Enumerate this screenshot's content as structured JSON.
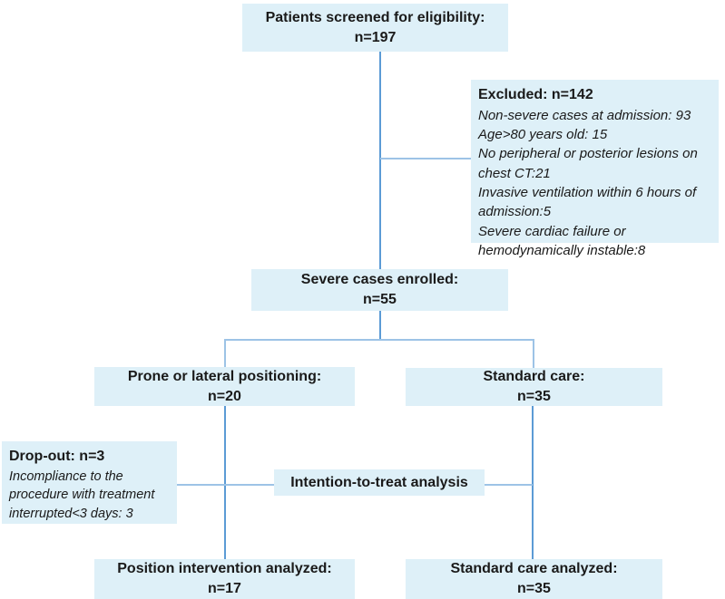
{
  "colors": {
    "box_fill": "#def0f8",
    "connector_vertical": "#5b9bd5",
    "connector_horizontal": "#9dc3e6",
    "text": "#1a1a1a"
  },
  "boxes": {
    "screened": {
      "line1": "Patients screened for eligibility:",
      "line2": "n=197"
    },
    "excluded": {
      "title": "Excluded: n=142",
      "items": [
        "Non-severe cases at admission: 93",
        "Age>80 years old: 15",
        "No peripheral or posterior lesions on chest CT:21",
        "Invasive ventilation within 6 hours of admission:5",
        "Severe cardiac failure or hemodynamically instable:8"
      ]
    },
    "enrolled": {
      "line1": "Severe cases enrolled:",
      "line2": "n=55"
    },
    "prone": {
      "line1": "Prone or lateral positioning:",
      "line2": "n=20"
    },
    "standard": {
      "line1": "Standard care:",
      "line2": "n=35"
    },
    "dropout": {
      "title": "Drop-out: n=3",
      "items": [
        "Incompliance to the procedure with treatment interrupted<3 days: 3"
      ]
    },
    "itt": {
      "label": "Intention-to-treat analysis"
    },
    "analyzed_left": {
      "line1": "Position intervention analyzed:",
      "line2": "n=17"
    },
    "analyzed_right": {
      "line1": "Standard care analyzed:",
      "line2": "n=35"
    }
  }
}
